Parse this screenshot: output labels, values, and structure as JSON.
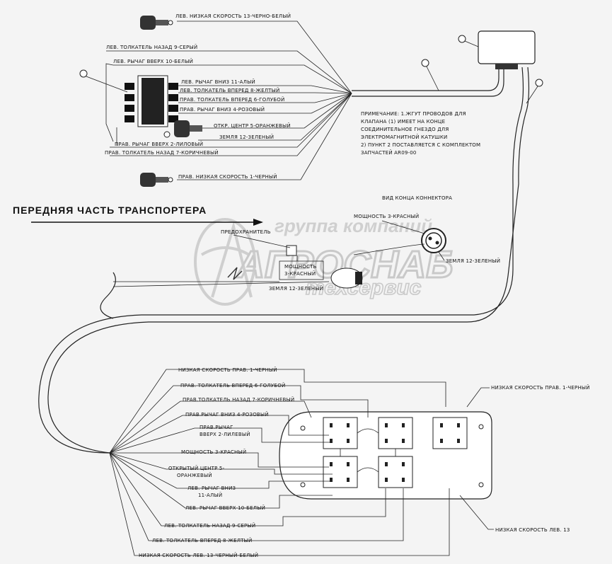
{
  "title": "ПЕРЕДНЯЯ ЧАСТЬ ТРАНСПОРТЕРА",
  "watermark": {
    "line1": "группа компаний",
    "line2": "АГРОСНАБ",
    "line3": "техсервис"
  },
  "note": {
    "line1": "ПРИМЕЧАНИЕ: 1.ЖГУТ ПРОВОДОВ ДЛЯ",
    "line2": "КЛАПАНА (1) ИМЕЕТ НА КОНЦЕ",
    "line3": "СОЕДИНИТЕЛЬНОЕ ГНЕЗДО ДЛЯ",
    "line4": "ЭЛЕКТРОМАГНИТНОЙ КАТУШКИ",
    "line5": "2) ПУНКТ 2 ПОСТАВЛЯЕТСЯ С КОМПЛЕКТОМ",
    "line6": "ЗАПЧАСТЕЙ AR09-00"
  },
  "top_labels": {
    "left_low_speed": "ЛЕВ. НИЗКАЯ СКОРОСТЬ 13-ЧЕРНО-БЕЛЫЙ",
    "left_pusher_back": "ЛЕВ. ТОЛКАТЕЛЬ НАЗАД 9-СЕРЫЙ",
    "left_lever_up": "ЛЕВ. РЫЧАГ ВВЕРХ 10-БЕЛЫЙ",
    "left_lever_down": "ЛЕВ. РЫЧАГ ВНИЗ 11-АЛЫЙ",
    "left_pusher_fwd": "ЛЕВ. ТОЛКАТЕЛЬ ВПЕРЕД 8-ЖЕЛТЫЙ",
    "right_pusher_fwd": "ПРАВ. ТОЛКАТЕЛЬ ВПЕРЕД 6-ГОЛУБОЙ",
    "right_lever_down": "ПРАВ. РЫЧАГ ВНИЗ 4-РОЗОВЫЙ",
    "open_center": "ОТКР. ЦЕНТР 5-ОРАНЖЕВЫЙ",
    "ground": "ЗЕМЛЯ 12-ЗЕЛЕНЫЙ",
    "right_lever_up": "ПРАВ. РЫЧАГ ВВЕРХ 2-ЛИЛОВЫЙ",
    "right_pusher_back": "ПРАВ. ТОЛКАТЕЛЬ НАЗАД 7-КОРИЧНЕВЫЙ",
    "right_low_speed": "ПРАВ. НИЗКАЯ СКОРОСТЬ 1-ЧЕРНЫЙ"
  },
  "connector": {
    "view_label": "ВИД КОНЦА КОННЕКТОРА",
    "power": "МОЩНОСТЬ 3-КРАСНЫЙ",
    "ground": "ЗЕМЛЯ 12-ЗЕЛЕНЫЙ",
    "fuse": "ПРЕДОХРАНИТЕЛЬ",
    "power_mid_1": "МОЩНОСТЬ",
    "power_mid_2": "3-КРАСНЫЙ",
    "ground_mid": "ЗЕМЛЯ 12-ЗЕЛЕНЫЙ"
  },
  "bottom_labels": {
    "low_speed_right": "НИЗКАЯ СКОРОСТЬ ПРАВ. 1-ЧЕРНЫЙ",
    "right_pusher_fwd": "ПРАВ. ТОЛКАТЕЛЬ ВПЕРЕД 6-ГОЛУБОЙ",
    "right_pusher_back": "ПРАВ.ТОЛКАТЕЛЬ НАЗАД 7-КОРИЧНЕВЫЙ",
    "right_lever_down": "ПРАВ.РЫЧАГ ВНИЗ 4-РОЗОВЫЙ",
    "right_lever_up_1": "ПРАВ.РЫЧАГ",
    "right_lever_up_2": "ВВЕРХ 2-ЛИЛЕВЫЙ",
    "power": "МОЩНОСТЬ 3-КРАСНЫЙ",
    "open_center_1": "ОТКРЫТЫЙ ЦЕНТР 5-",
    "open_center_2": "ОРАНЖЕВЫЙ",
    "left_lever_down_1": "ЛЕВ. РЫЧАГ ВНИЗ",
    "left_lever_down_2": "11-АЛЫЙ",
    "left_lever_up": "ЛЕВ. РЫЧАГ ВВЕРХ 10-БЕЛЫЙ",
    "left_pusher_back": "ЛЕВ. ТОЛКАТЕЛЬ НАЗАД 9-СЕРЫЙ",
    "left_pusher_fwd": "ЛЕВ. ТОЛКАТЕЛЬ ВПЕРЕД 8-ЖЕЛТЫЙ",
    "low_speed_left_bw": "НИЗКАЯ СКОРОСТЬ ЛЕВ. 13-ЧЕРНЫЙ-БЕЛЫЙ",
    "low_speed_right_r": "НИЗКАЯ СКОРОСТЬ ПРАВ. 1-ЧЕРНЫЙ",
    "low_speed_left_r": "НИЗКАЯ СКОРОСТЬ ЛЕВ. 13"
  }
}
